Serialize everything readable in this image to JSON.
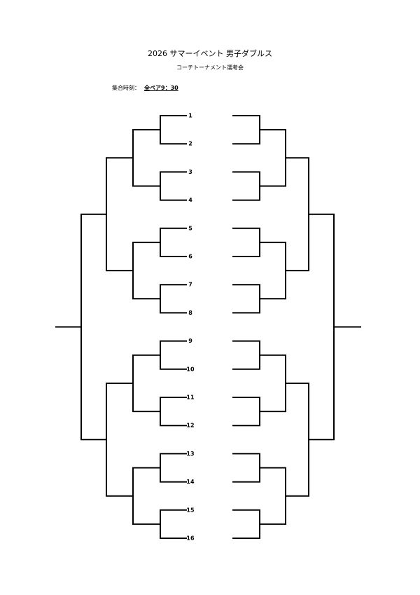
{
  "header": {
    "title": "2026 サマーイベント 男子ダブルス",
    "subtitle": "コーチトーナメント選考会"
  },
  "assembly": {
    "label": "集合時刻：",
    "value": "全ペア9：30"
  },
  "bracket": {
    "type": "double-sided single-elimination",
    "slots": [
      "1",
      "2",
      "3",
      "4",
      "5",
      "6",
      "7",
      "8",
      "9",
      "10",
      "11",
      "12",
      "13",
      "14",
      "15",
      "16"
    ]
  }
}
